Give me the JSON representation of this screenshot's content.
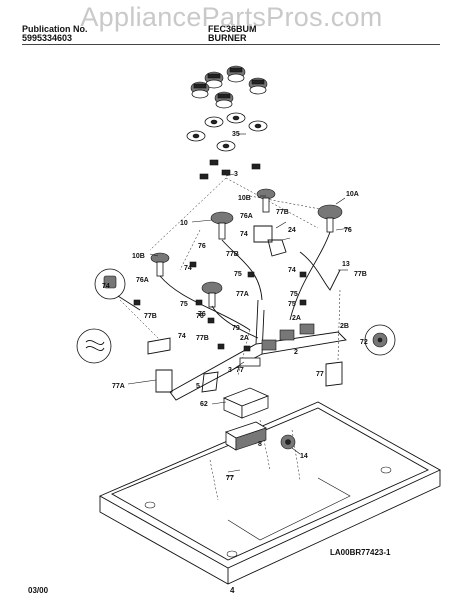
{
  "header": {
    "publication_label": "Publication No.",
    "publication_number": "5995334603",
    "model": "FEC36BUM",
    "section": "BURNER"
  },
  "watermark": "AppliancePartsPros.com",
  "callouts": [
    "10A",
    "10B",
    "10",
    "76A",
    "77B",
    "76",
    "74",
    "24",
    "10B",
    "74",
    "77B",
    "76A",
    "75",
    "76",
    "74",
    "13",
    "77B",
    "75",
    "77A",
    "74",
    "75",
    "75",
    "2A",
    "76",
    "79",
    "2",
    "2B",
    "72",
    "3",
    "35",
    "77B",
    "2A",
    "74",
    "77B",
    "76",
    "77",
    "77A",
    "77",
    "5",
    "62",
    "8",
    "14",
    "77",
    "3"
  ],
  "footer": {
    "date": "03/00",
    "page": "4",
    "figure_id": "LA00BR77423-1"
  }
}
